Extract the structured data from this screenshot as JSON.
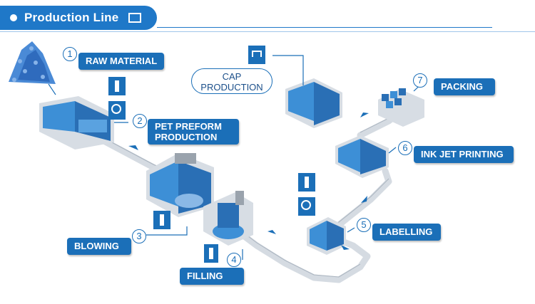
{
  "header": {
    "title": "Production Line",
    "env_icon": "envelope-icon"
  },
  "steps": [
    {
      "num": "1",
      "label": "RAW MATERIAL"
    },
    {
      "num": "2",
      "label_line1": "PET PREFORM",
      "label_line2": "PRODUCTION"
    },
    {
      "num": "3",
      "label": "BLOWING"
    },
    {
      "num": "4",
      "label": "FILLING"
    },
    {
      "num": "5",
      "label": "LABELLING"
    },
    {
      "num": "6",
      "label": "INK JET PRINTING"
    },
    {
      "num": "7",
      "label": "PACKING"
    }
  ],
  "cap": {
    "line1": "CAP",
    "line2": "PRODUCTION"
  },
  "colors": {
    "accent": "#1b6fb8",
    "header": "#1f78c8",
    "machine": "#3d8fd6",
    "conveyor": "#d9dee4"
  }
}
